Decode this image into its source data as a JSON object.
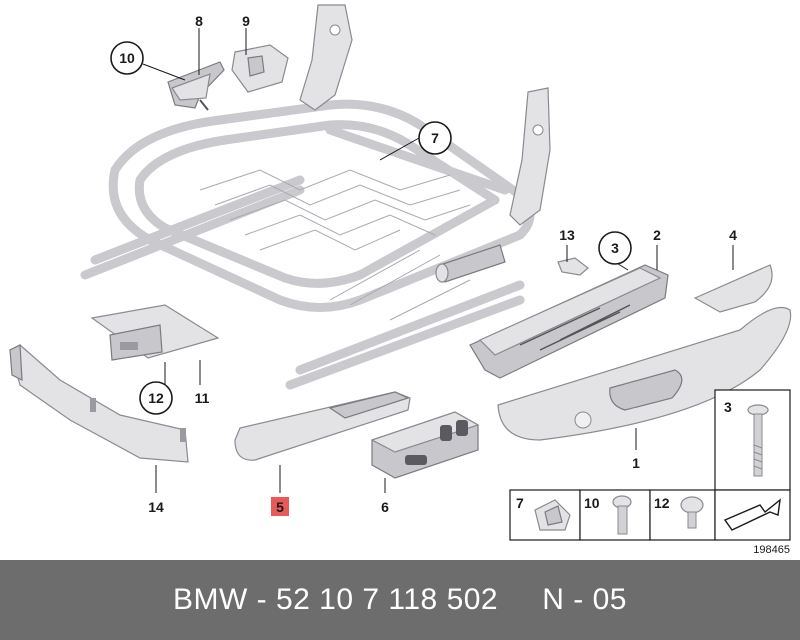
{
  "diagram": {
    "callouts": {
      "c1": "1",
      "c2": "2",
      "c3": "3",
      "c4": "4",
      "c5": "5",
      "c6": "6",
      "c7": "7",
      "c8": "8",
      "c9": "9",
      "c10": "10",
      "c11": "11",
      "c12": "12",
      "c13": "13",
      "c14": "14"
    },
    "highlighted_part": "5",
    "hardware_panel": {
      "screw_3": "3",
      "clip_7": "7",
      "screw_10": "10",
      "screw_12": "12"
    },
    "reference_number": "198465"
  },
  "footer": {
    "text": "BMW - 52 10 7 118 502     N - 05"
  },
  "colors": {
    "footer_bg": "#6d6d6d",
    "highlight": "#e85a5a"
  }
}
